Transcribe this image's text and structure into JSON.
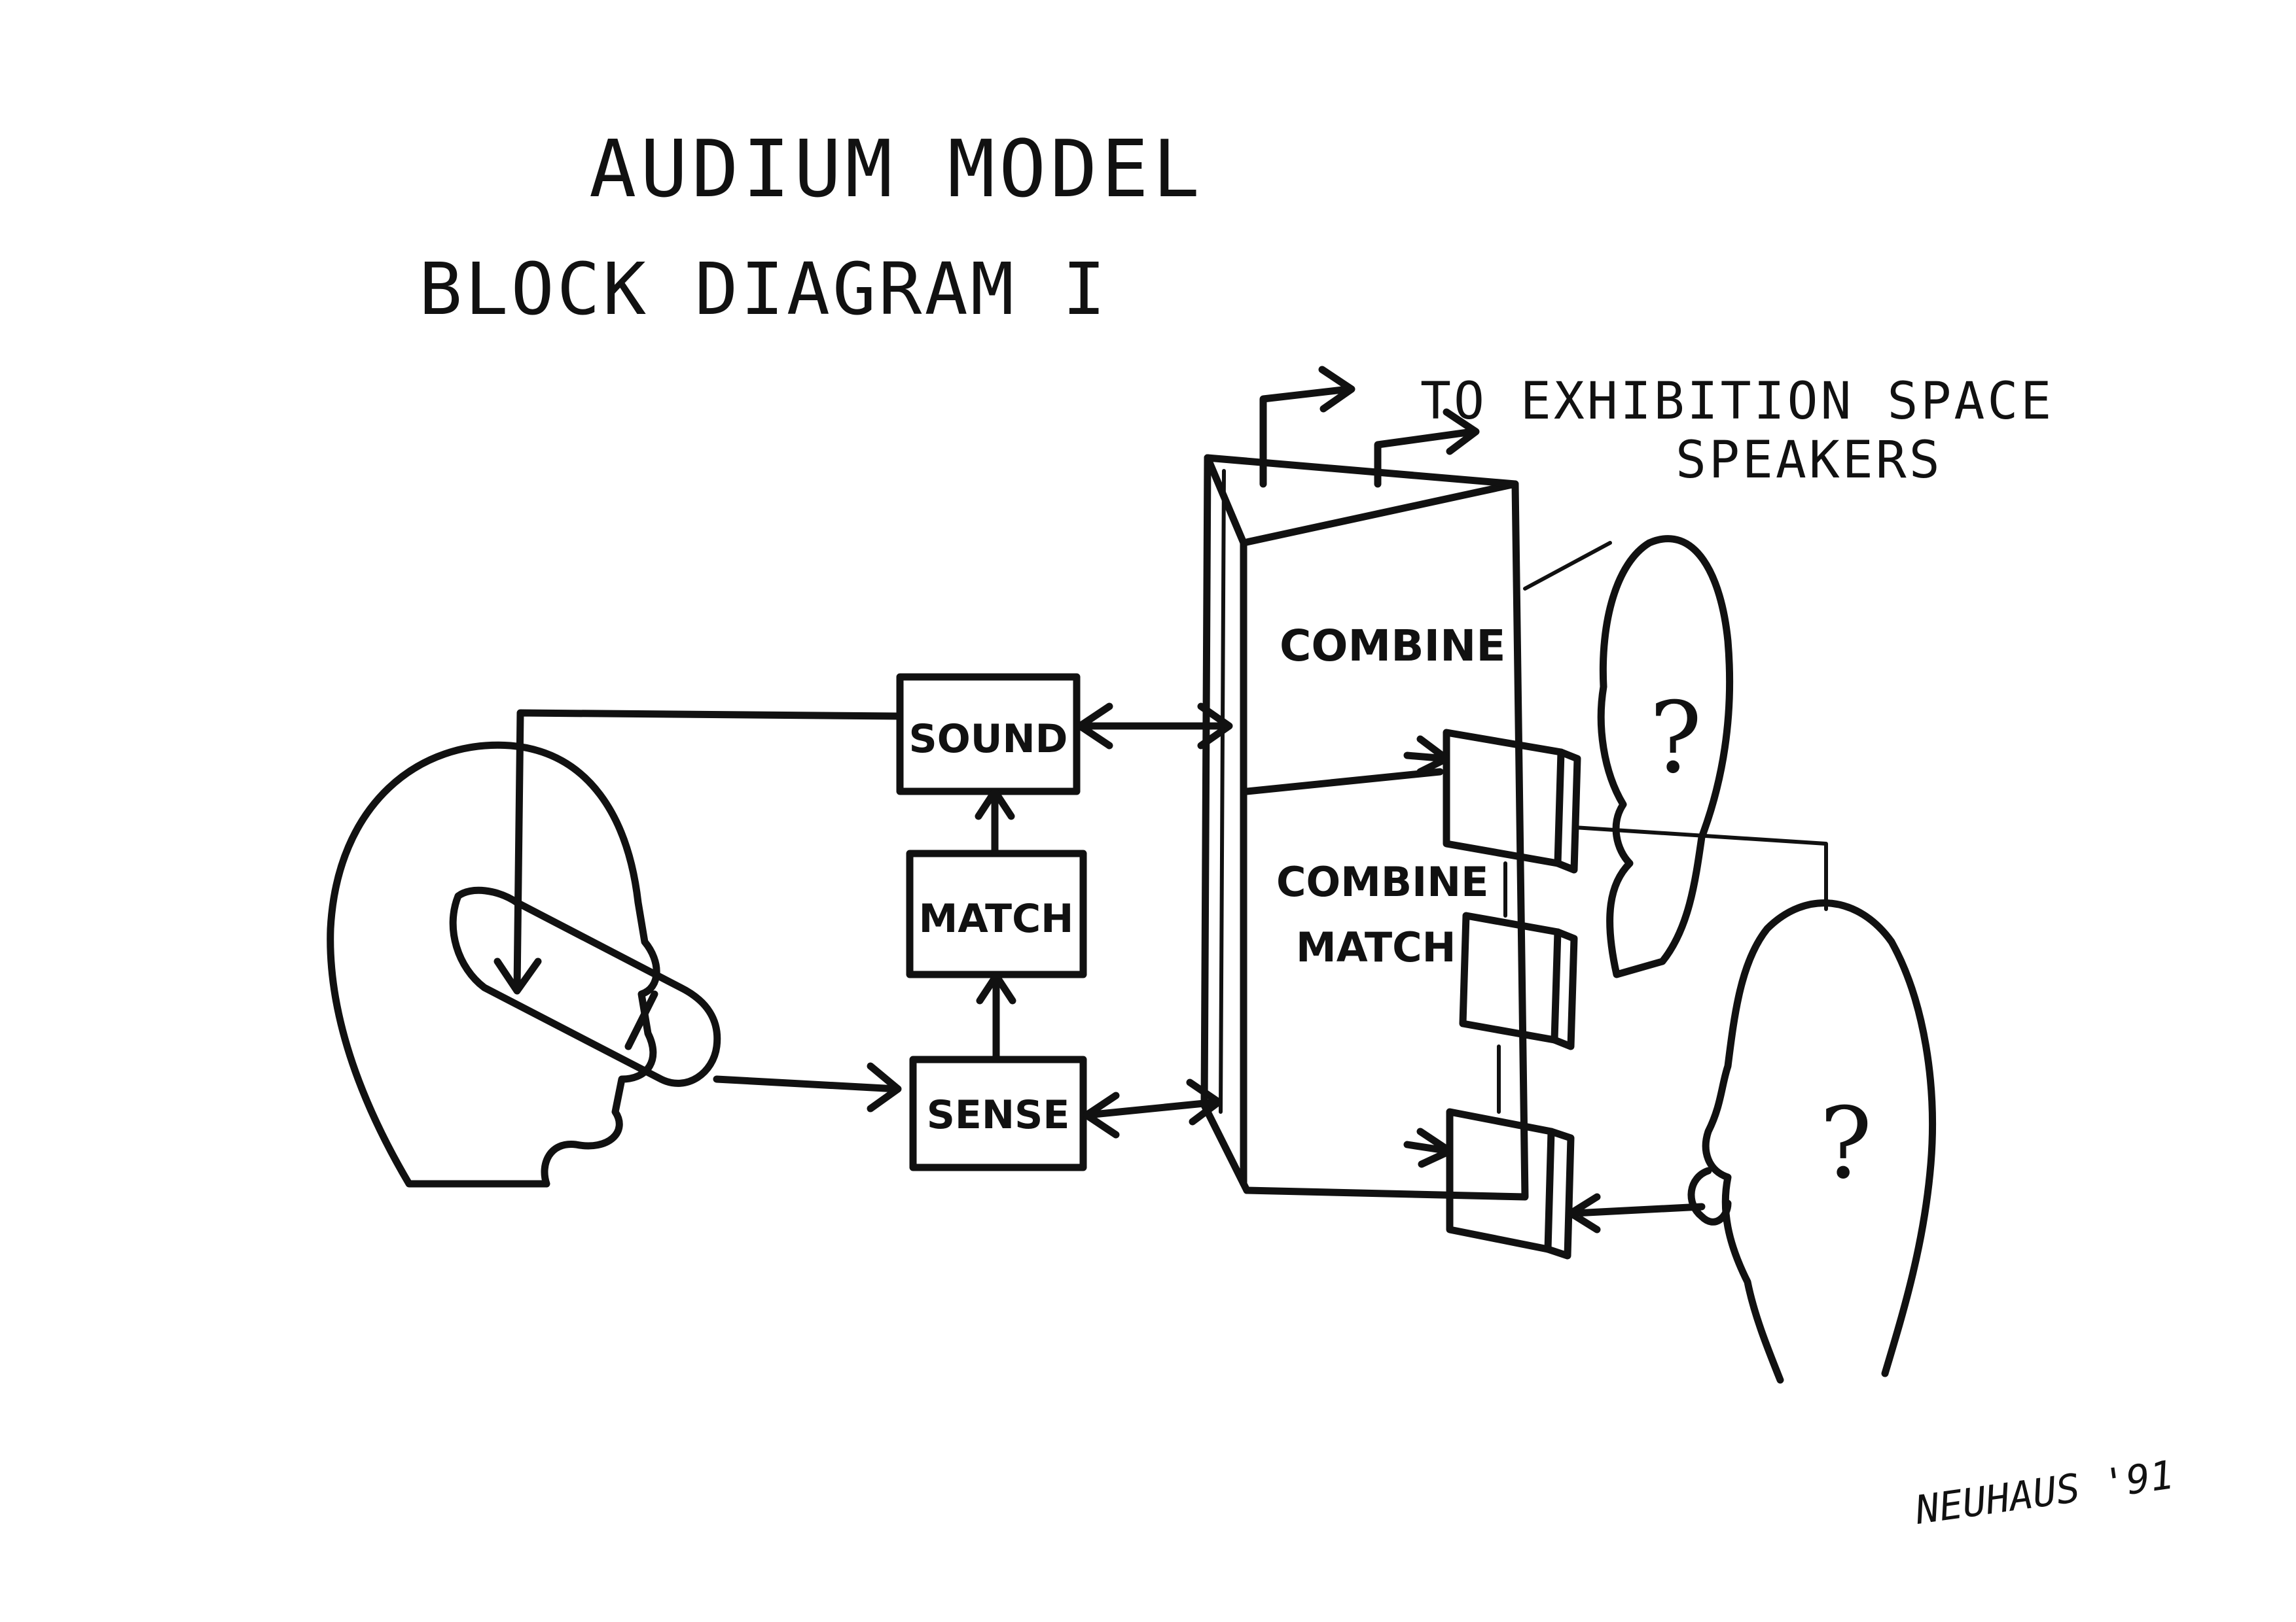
{
  "title": "AUDIUM MODEL",
  "subtitle": "BLOCK DIAGRAM I",
  "output_note_line1": "TO EXHIBITION SPACE",
  "output_note_line2": "SPEAKERS",
  "blocks": {
    "sound": "SOUND",
    "match": "MATCH",
    "sense": "SENSE",
    "combine": "COMBINE",
    "combine_match_line1": "COMBINE",
    "combine_match_line2": "MATCH"
  },
  "listener_marks": [
    "?",
    "?"
  ],
  "signature": "NEUHAUS '91"
}
